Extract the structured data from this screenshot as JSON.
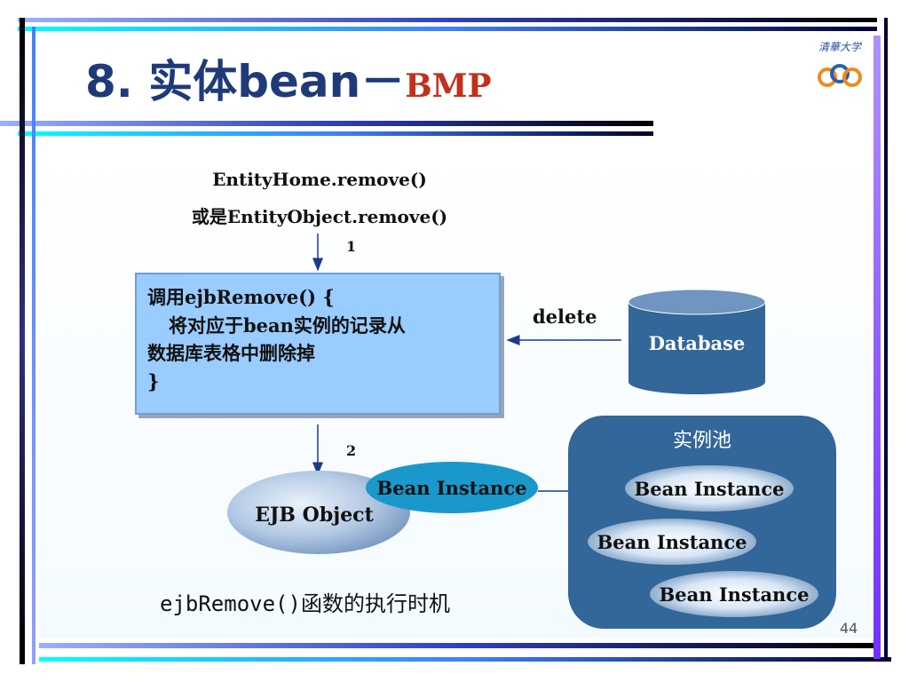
{
  "slide": {
    "title": "8. 实体bean－",
    "title_suffix": "BMP",
    "page_number": "44"
  },
  "diagram": {
    "call_line1": "EntityHome.remove()",
    "call_line2": "或是EntityObject.remove()",
    "step1": "1",
    "step2": "2",
    "code": {
      "line1": "调用ejbRemove() {",
      "line2": "将对应于bean实例的记录从",
      "line3": "数据库表格中删除掉",
      "line4": "}"
    },
    "delete_label": "delete",
    "database_label": "Database",
    "pool_title": "实例池",
    "ejb_object_label": "EJB Object",
    "bean_instance_label": "Bean Instance",
    "pool_beans": [
      "Bean Instance",
      "Bean Instance",
      "Bean Instance"
    ],
    "caption": "ejbRemove()函数的执行时机"
  },
  "colors": {
    "title": "#1f3a78",
    "title_suffix": "#c0301a",
    "code_box": "#99ccff",
    "database": "#336699",
    "pool": "#336699",
    "bean_instance": "#1a98cc"
  },
  "logo": {
    "text": "清華大学",
    "icon": "tsinghua-logo-icon"
  }
}
